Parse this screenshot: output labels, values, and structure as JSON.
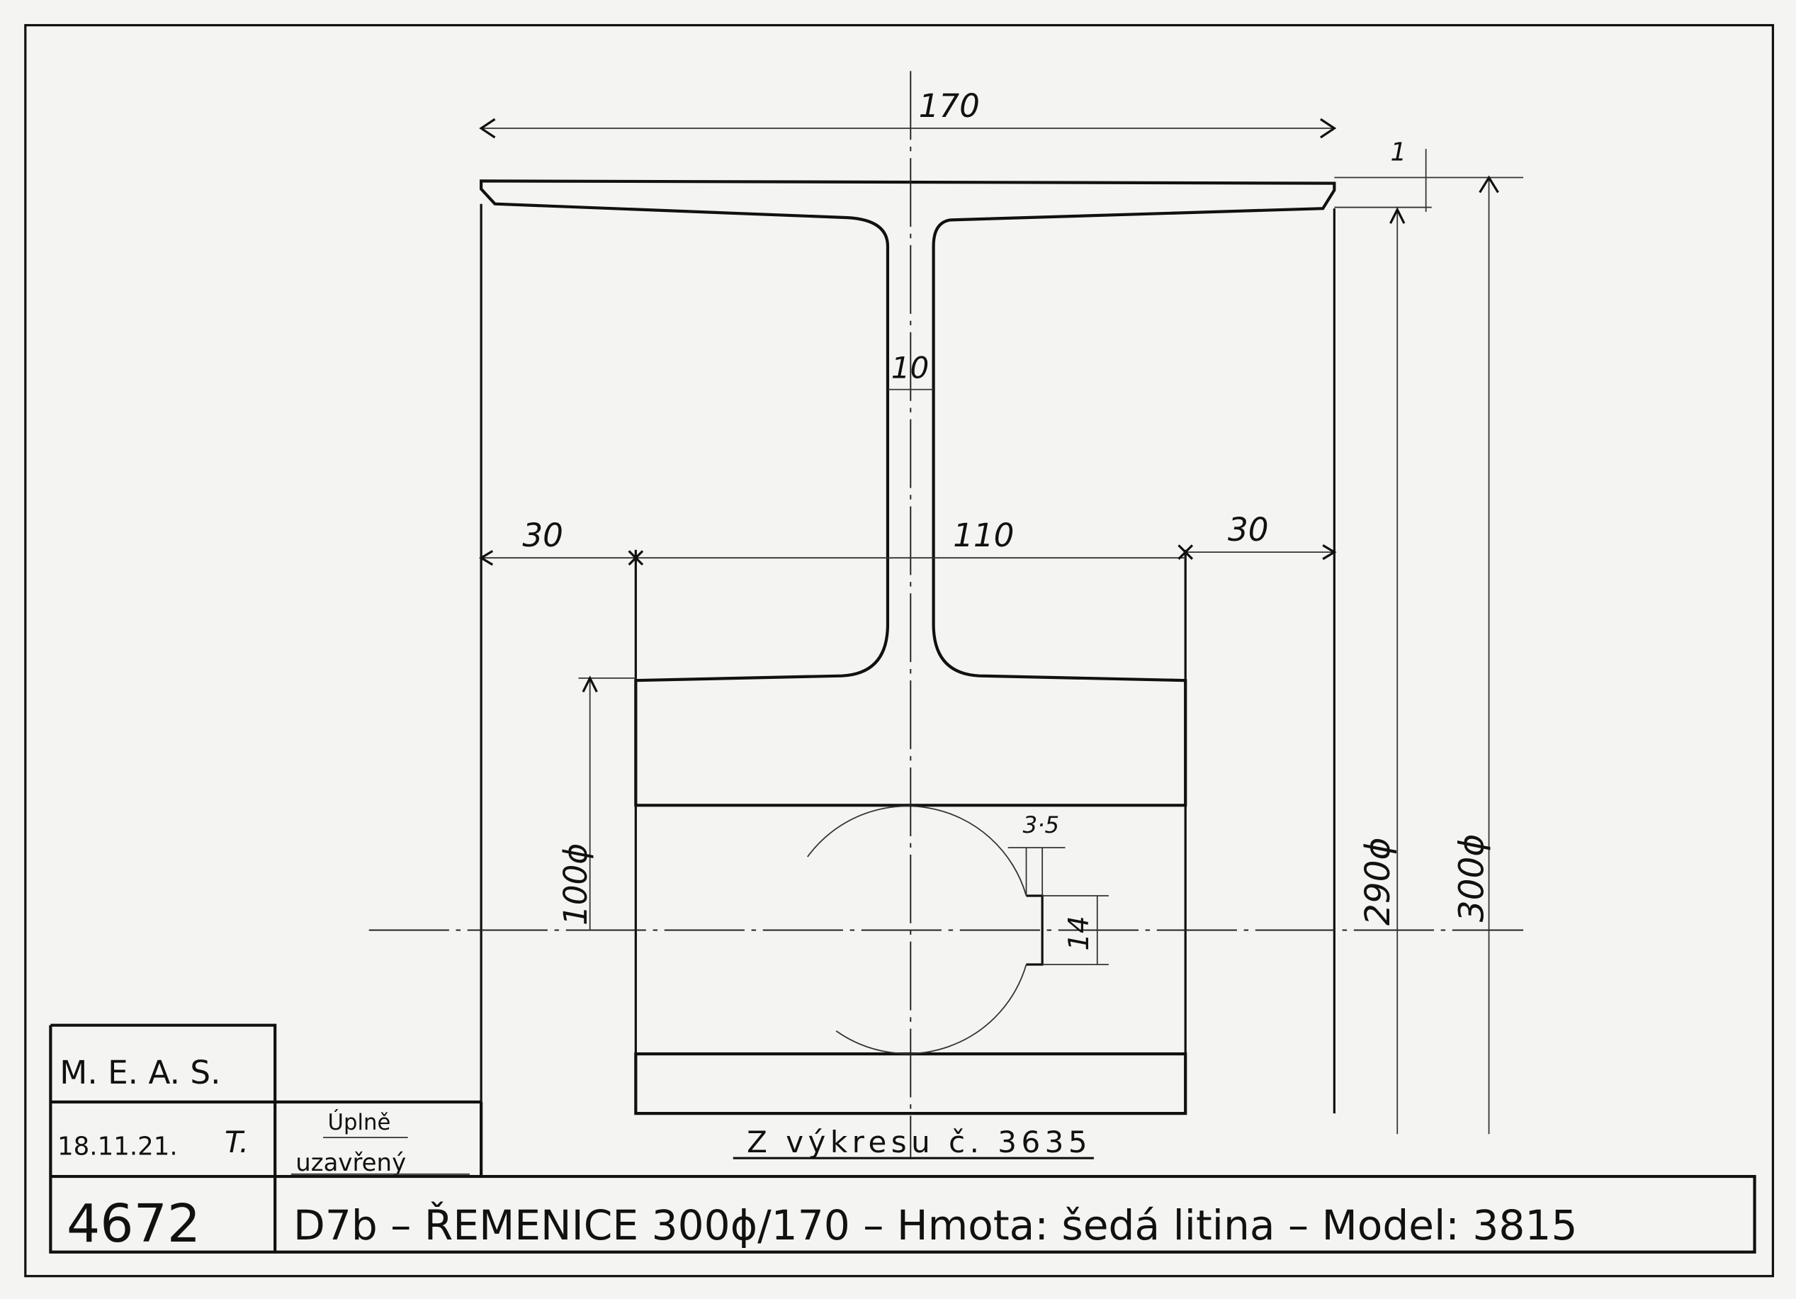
{
  "title_block": {
    "company": "M. E. A. S.",
    "date": "18.11.21.",
    "initials": "T.",
    "status_line1": "Úplně",
    "status_line2": "uzavřený",
    "drawing_number": "4672",
    "description": "D7b  – ŘEMENICE 300ϕ/170 – Hmota: šedá litina –  Model: 3815"
  },
  "source_note": "Z výkresu č. 3635",
  "dimensions": {
    "width_total": "170",
    "rim_thickness": "1",
    "web_thickness": "10",
    "left_overhang": "30",
    "hub_width": "110",
    "right_overhang": "30",
    "hub_diameter": "100ϕ",
    "inner_rim_diameter": "290ϕ",
    "outer_diameter": "300ϕ",
    "keyway_depth": "3·5",
    "keyway_width": "14"
  }
}
